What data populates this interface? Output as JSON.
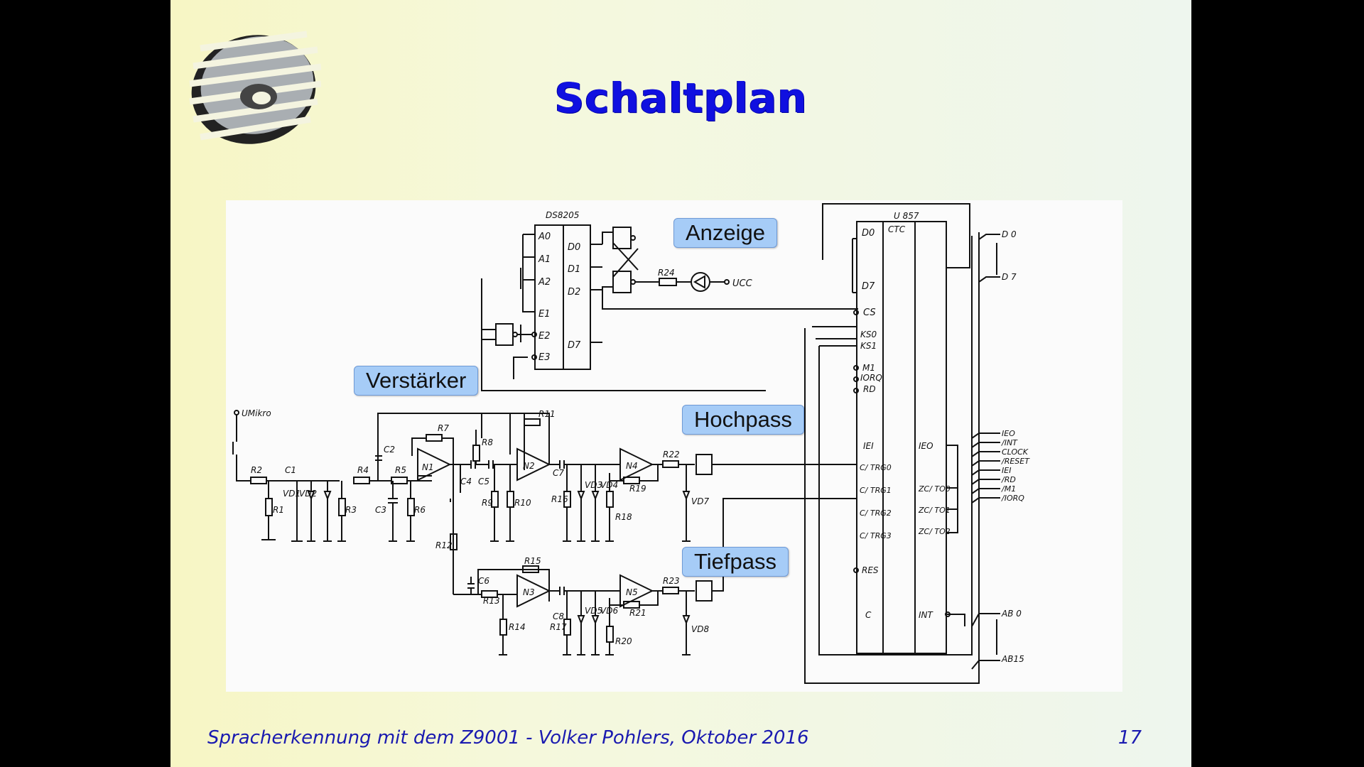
{
  "slide": {
    "title": "Schaltplan",
    "footer": "Spracherkennung mit dem Z9001 - Volker Pohlers, Oktober 2016",
    "page_number": "17"
  },
  "callouts": {
    "anzeige": "Anzeige",
    "verstaerker": "Verstärker",
    "hochpass": "Hochpass",
    "tiefpass": "Tiefpass"
  },
  "schematic": {
    "decoder": {
      "name": "DS8205",
      "inputs": [
        "A0",
        "A1",
        "A2",
        "E1",
        "E2",
        "E3"
      ],
      "outputs": [
        "D0",
        "D1",
        "D2",
        "D7"
      ]
    },
    "ctc": {
      "name": "U 857",
      "sub": "CTC",
      "left_pins": [
        "D0",
        "D7",
        "CS",
        "KS0",
        "KS1",
        "M1",
        "IORQ",
        "RD",
        "IEI",
        "C/ TRG0",
        "C/ TRG1",
        "C/ TRG2",
        "C/ TRG3",
        "RES",
        "C"
      ],
      "right_pins": [
        "IEO",
        "ZC/ TO0",
        "ZC/ TO1",
        "ZC/ TO2",
        "INT"
      ]
    },
    "bus_top": [
      "D 0",
      "D 7"
    ],
    "bus_signals": [
      "IEO",
      "/INT",
      "CLOCK",
      "/RESET",
      "IEI",
      "/RD",
      "/M1",
      "/IORQ"
    ],
    "bus_bottom": [
      "AB 0",
      "AB15"
    ],
    "mic_label": "UMikro",
    "ucc_label": "UCC",
    "components": {
      "resistors": [
        "R1",
        "R2",
        "R3",
        "R4",
        "R5",
        "R6",
        "R7",
        "R8",
        "R9",
        "R10",
        "R11",
        "R12",
        "R13",
        "R14",
        "R15",
        "R16",
        "R17",
        "R18",
        "R19",
        "R20",
        "R21",
        "R22",
        "R23",
        "R24"
      ],
      "capacitors": [
        "C1",
        "C2",
        "C3",
        "C4",
        "C5",
        "C6",
        "C7",
        "C8"
      ],
      "diodes": [
        "VD1",
        "VD2",
        "VD3",
        "VD4",
        "VD5",
        "VD6",
        "VD7",
        "VD8"
      ],
      "opamps": [
        "N1",
        "N2",
        "N3",
        "N4",
        "N5"
      ]
    }
  }
}
